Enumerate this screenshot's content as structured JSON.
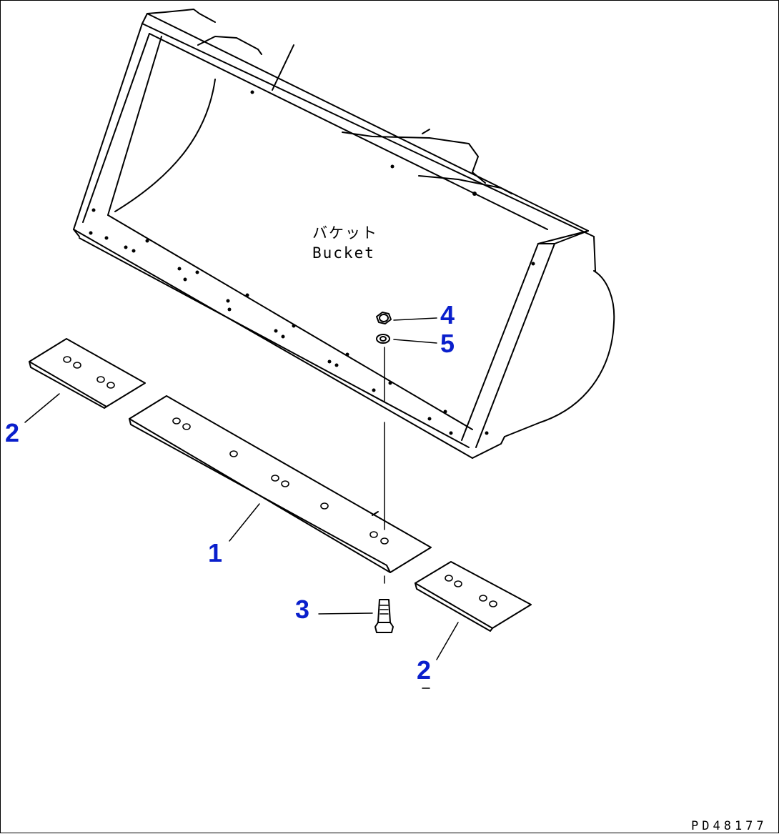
{
  "drawing": {
    "bucket_label_jp": "バケット",
    "bucket_label_en": "Bucket",
    "drawing_code": "PD48177"
  },
  "parts": [
    {
      "number": "1",
      "description": "cutting edge (center)"
    },
    {
      "number": "2",
      "description": "cutting edge (end)"
    },
    {
      "number": "3",
      "description": "bolt"
    },
    {
      "number": "4",
      "description": "nut"
    },
    {
      "number": "5",
      "description": "washer"
    }
  ],
  "callout_labels": {
    "p1": "1",
    "p2_left": "2",
    "p2_right": "2",
    "p3": "3",
    "p4": "4",
    "p5": "5"
  },
  "colors": {
    "callout": "#0a1fcc",
    "line": "#000000",
    "background": "#ffffff"
  }
}
